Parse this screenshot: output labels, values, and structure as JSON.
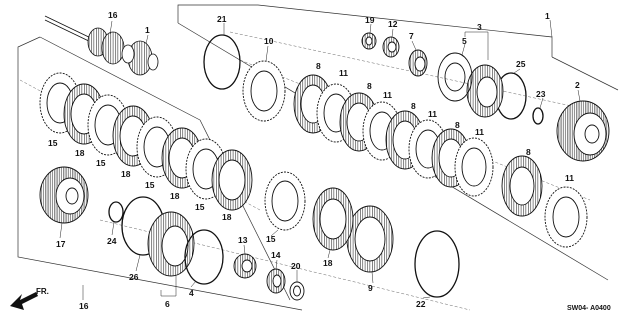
{
  "diagram": {
    "callouts": {
      "c16_top": "16",
      "c1_shaft": "1",
      "c1_box": "1",
      "c21": "21",
      "c10": "10",
      "c19": "19",
      "c12": "12",
      "c7": "7",
      "c3": "3",
      "c5": "5",
      "c25": "25",
      "c2": "2",
      "c23": "23",
      "c8_a": "8",
      "c11_a": "11",
      "c8_b": "8",
      "c11_b": "11",
      "c8_c": "8",
      "c11_c": "11",
      "c8_d": "8",
      "c11_d": "11",
      "c8_e": "8",
      "c11_e": "11",
      "c15_a": "15",
      "c18_a": "18",
      "c15_b": "15",
      "c18_b": "18",
      "c15_c": "15",
      "c18_c": "18",
      "c15_d": "15",
      "c18_d": "18",
      "c15_e": "15",
      "c17": "17",
      "c24": "24",
      "c26": "26",
      "c4": "4",
      "c6": "6",
      "c16_bottom": "16",
      "c13": "13",
      "c14": "14",
      "c20": "20",
      "c18_e": "18",
      "c9": "9",
      "c22": "22"
    },
    "direction_label": "FR.",
    "diagram_code": "SW04- A0400"
  }
}
